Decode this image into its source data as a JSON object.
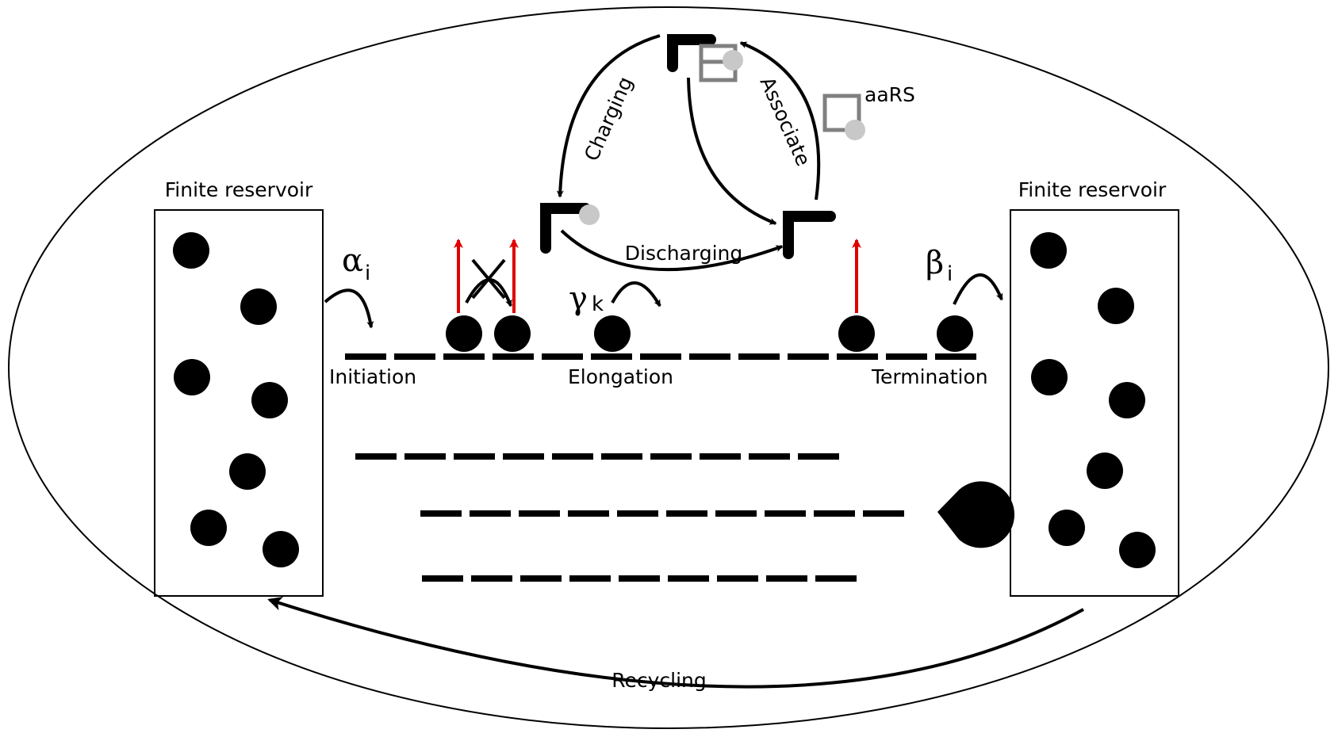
{
  "labels": {
    "reservoir_left": "Finite reservoir",
    "reservoir_right": "Finite reservoir",
    "initiation": "Initiation",
    "elongation": "Elongation",
    "termination": "Termination",
    "recycling": "Recycling",
    "charging": "Charging",
    "associate": "Associate",
    "discharging": "Discharging",
    "aars": "aaRS"
  },
  "rates": {
    "alpha_symbol": "α",
    "alpha_sub": "i",
    "beta_symbol": "β",
    "beta_sub": "i",
    "gamma_symbol": "γ",
    "gamma_sub": "k"
  },
  "colors": {
    "ink": "#000000",
    "arrow_red": "#e00000",
    "enzyme_gray": "#808080",
    "amino_acid": "#c8c8c8",
    "background": "#ffffff"
  }
}
